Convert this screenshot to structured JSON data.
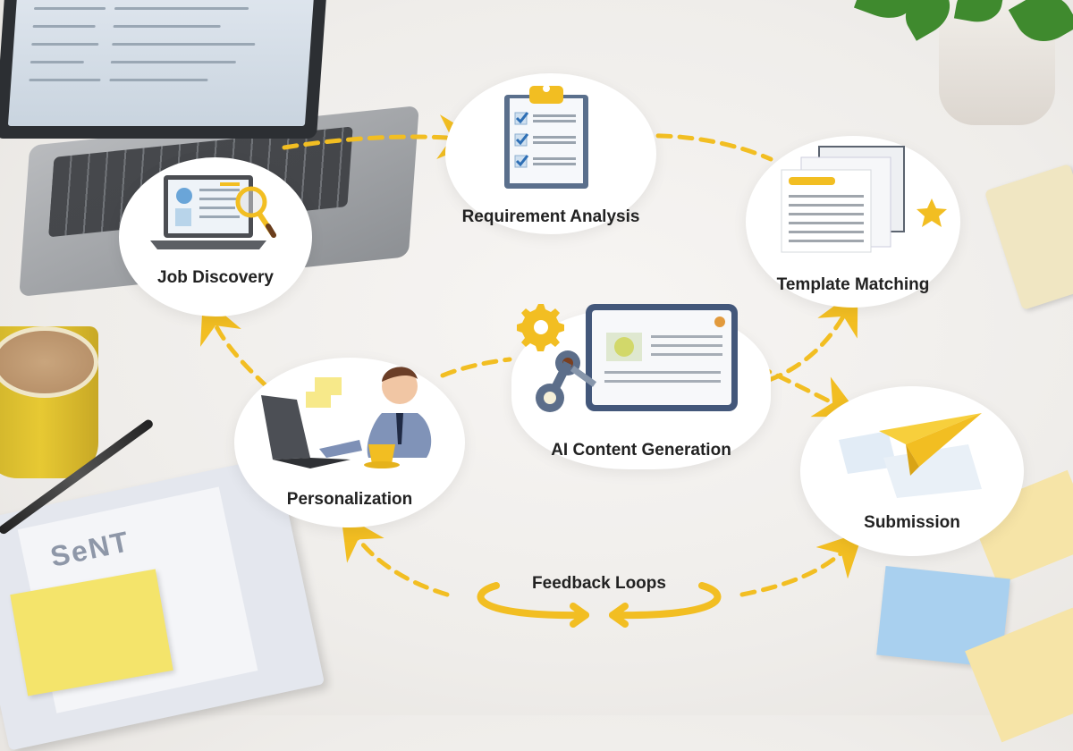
{
  "diagram": {
    "type": "process-cycle",
    "accent_color": "#f2be22",
    "nodes": [
      {
        "id": "job_discovery",
        "label": "Job Discovery",
        "icon": "laptop-magnifier-icon"
      },
      {
        "id": "requirement_analysis",
        "label": "Requirement Analysis",
        "icon": "clipboard-checklist-icon"
      },
      {
        "id": "template_matching",
        "label": "Template Matching",
        "icon": "stacked-documents-star-icon"
      },
      {
        "id": "ai_content_generation",
        "label": "AI Content Generation",
        "icon": "robot-arm-tablet-gear-icon"
      },
      {
        "id": "personalization",
        "label": "Personalization",
        "icon": "man-at-laptop-icon"
      },
      {
        "id": "submission",
        "label": "Submission",
        "icon": "paper-plane-icon"
      }
    ],
    "center_label": "Feedback Loops",
    "edges": [
      {
        "from": "job_discovery",
        "to": "requirement_analysis"
      },
      {
        "from": "requirement_analysis",
        "to": "template_matching"
      },
      {
        "from": "ai_content_generation",
        "to": "template_matching"
      },
      {
        "from": "ai_content_generation",
        "to": "submission"
      },
      {
        "from": "personalization",
        "to": "ai_content_generation"
      },
      {
        "from": "personalization",
        "to": "job_discovery"
      },
      {
        "from": "feedback_loops",
        "to": "personalization"
      },
      {
        "from": "feedback_loops",
        "to": "submission"
      }
    ]
  },
  "background": {
    "notebook_text": "SeNT"
  }
}
